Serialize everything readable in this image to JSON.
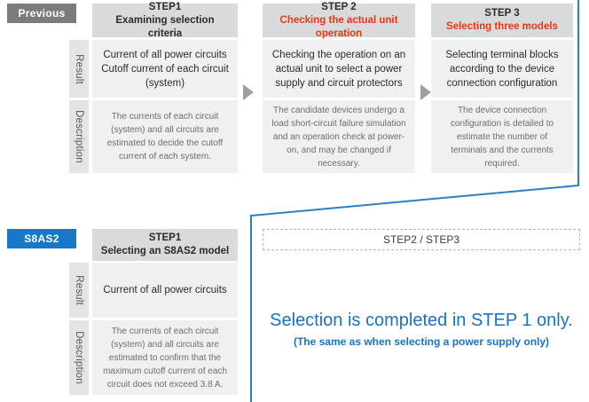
{
  "sections": {
    "previous": {
      "badge": "Previous",
      "row_labels": {
        "result": "Result",
        "description": "Description"
      },
      "steps": [
        {
          "step": "STEP1",
          "title": "Examining selection criteria",
          "title_highlight": false,
          "result": "Current of all power circuits\nCutoff current of each circuit\n(system)",
          "description": "The currents of each circuit (system) and all circuits are estimated to decide the cutoff current of each system."
        },
        {
          "step": "STEP 2",
          "title": "Checking the actual unit operation",
          "title_highlight": true,
          "result": "Checking the operation on an actual unit to select a power supply and circuit protectors",
          "description": "The candidate devices undergo a load short-circuit failure simulation and an operation check at power-on, and may be changed if necessary."
        },
        {
          "step": "STEP 3",
          "title": "Selecting three models",
          "title_highlight": true,
          "result": "Selecting terminal blocks according to the device connection configuration",
          "description": "The device connection configuration is detailed to estimate the number of terminals and the currents required."
        }
      ]
    },
    "s8as2": {
      "badge": "S8AS2",
      "row_labels": {
        "result": "Result",
        "description": "Description"
      },
      "steps": [
        {
          "step": "STEP1",
          "title": "Selecting an S8AS2 model",
          "title_highlight": false,
          "result": "Current of all power circuits",
          "description": "The currents of each circuit (system) and all circuits are estimated to confirm that the maximum cutoff current of each circuit does not exceed 3.8 A."
        }
      ],
      "merged_steps_label": "STEP2 / STEP3",
      "conclusion_main": "Selection is completed in STEP 1 only.",
      "conclusion_sub": "(The same as when selecting a power supply only)"
    }
  },
  "colors": {
    "previous_badge": "#7c7c7c",
    "s8as2_badge": "#1678c6",
    "accent_blue": "#1a72c4",
    "highlight_red": "#e8380d",
    "header_gray": "#d9dadc",
    "cell_gray": "#eef0f1",
    "side_label_gray": "#e2e4e6",
    "arrow_gray": "#9b9fa2"
  },
  "icons": {
    "arrow_right": "flow-arrow-right"
  }
}
